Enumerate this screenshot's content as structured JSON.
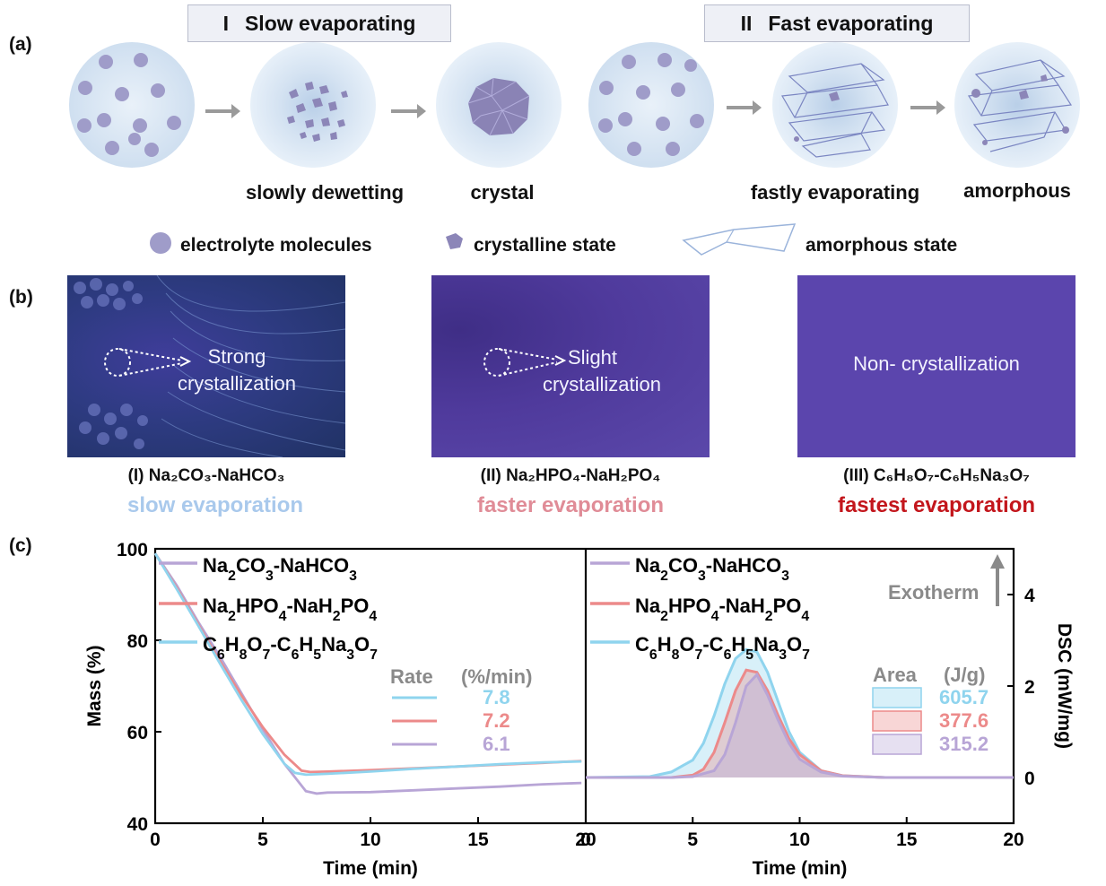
{
  "panel_a": {
    "label": "(a)",
    "banner_slow": {
      "numeral": "I",
      "text": "Slow evaporating"
    },
    "banner_fast": {
      "numeral": "II",
      "text": "Fast evaporating"
    },
    "captions": [
      "slowly dewetting",
      "crystal",
      "fastly evaporating",
      "amorphous"
    ],
    "legend": [
      "electrolyte molecules",
      "crystalline state",
      "amorphous state"
    ]
  },
  "panel_b": {
    "label": "(b)",
    "photos": [
      {
        "text_line1": "Strong",
        "text_line2": "crystallization",
        "compound": "(I) Na₂CO₃-NaHCO₃",
        "rate": "slow evaporation",
        "rate_color": "#a9c9ec"
      },
      {
        "text_line1": "Slight",
        "text_line2": "crystallization",
        "compound": "(II) Na₂HPO₄-NaH₂PO₄",
        "rate": "faster evaporation",
        "rate_color": "#e08c97"
      },
      {
        "text_line1": "Non- crystallization",
        "text_line2": "",
        "compound": "(III) C₆H₈O₇-C₆H₅Na₃O₇",
        "rate": "fastest evaporation",
        "rate_color": "#c3161c"
      }
    ]
  },
  "panel_c": {
    "label": "(c)",
    "colors": {
      "na2co3": "#b8a5d6",
      "na2hpo4": "#ec8a8a",
      "citrate": "#8fd4ee"
    },
    "series_names": [
      "Na₂CO₃-NaHCO₃",
      "Na₂HPO₄-NaH₂PO₄",
      "C₆H₈O₇-C₆H₅Na₃O₇"
    ],
    "rate_header": [
      "Rate",
      "(%/min)"
    ],
    "rates": [
      "7.8",
      "7.2",
      "6.1"
    ],
    "area_header": [
      "Area",
      "(J/g)"
    ],
    "areas": [
      "605.7",
      "377.6",
      "315.2"
    ],
    "exotherm_label": "Exotherm"
  },
  "chart_data": [
    {
      "type": "line",
      "title": "",
      "xlabel": "Time (min)",
      "ylabel": "Mass (%)",
      "xlim": [
        0,
        20
      ],
      "ylim": [
        40,
        100
      ],
      "xticks": [
        0,
        5,
        10,
        15,
        20
      ],
      "yticks": [
        40,
        60,
        80,
        100
      ],
      "series": [
        {
          "name": "Na₂CO₃-NaHCO₃",
          "rate": 6.1,
          "x": [
            0,
            1,
            2,
            3,
            4,
            5,
            6,
            7,
            7.5,
            8,
            10,
            12,
            14,
            16,
            18,
            19.8
          ],
          "y": [
            99,
            92,
            84,
            76.5,
            68.5,
            60.5,
            53,
            47,
            46.5,
            46.7,
            46.8,
            47.2,
            47.6,
            48,
            48.5,
            48.8
          ]
        },
        {
          "name": "Na₂HPO₄-NaH₂PO₄",
          "rate": 7.2,
          "x": [
            0,
            1,
            2,
            3,
            4,
            5,
            6,
            6.8,
            7.2,
            8,
            10,
            12,
            14,
            16,
            18,
            19.8
          ],
          "y": [
            99,
            91.5,
            83.5,
            75.5,
            68,
            61,
            55,
            51.5,
            51.2,
            51.3,
            51.6,
            52,
            52.4,
            52.8,
            53.2,
            53.6
          ]
        },
        {
          "name": "C₆H₈O₇-C₆H₅Na₃O₇",
          "rate": 7.8,
          "x": [
            0,
            1,
            2,
            3,
            4,
            5,
            6,
            6.5,
            7,
            8,
            10,
            12,
            14,
            16,
            18,
            19.8
          ],
          "y": [
            99,
            91.2,
            83.2,
            75,
            67,
            59.5,
            53,
            51,
            50.6,
            50.8,
            51.3,
            51.9,
            52.4,
            52.9,
            53.3,
            53.5
          ]
        }
      ]
    },
    {
      "type": "area",
      "title": "",
      "xlabel": "Time (min)",
      "ylabel": "DSC (mW/mg)",
      "xlim": [
        0,
        20
      ],
      "ylim": [
        -1,
        5
      ],
      "xticks": [
        0,
        5,
        10,
        15,
        20
      ],
      "yticks": [
        0,
        2,
        4
      ],
      "series": [
        {
          "name": "Na₂CO₃-NaHCO₃",
          "area": 315.2,
          "x": [
            0,
            4,
            5,
            6,
            6.5,
            7,
            7.5,
            8,
            8.5,
            9,
            9.5,
            10,
            11,
            12,
            14,
            20
          ],
          "y": [
            0,
            0,
            0.02,
            0.15,
            0.5,
            1.2,
            2.0,
            2.25,
            1.8,
            1.25,
            0.75,
            0.4,
            0.12,
            0.03,
            0,
            0
          ]
        },
        {
          "name": "Na₂HPO₄-NaH₂PO₄",
          "area": 377.6,
          "x": [
            0,
            4,
            5,
            5.5,
            6,
            6.5,
            7,
            7.5,
            8,
            8.5,
            9,
            9.5,
            10,
            11,
            12,
            14,
            20
          ],
          "y": [
            0,
            0,
            0.05,
            0.18,
            0.55,
            1.2,
            1.9,
            2.35,
            2.3,
            1.9,
            1.35,
            0.85,
            0.5,
            0.15,
            0.04,
            0,
            0
          ]
        },
        {
          "name": "C₆H₈O₇-C₆H₅Na₃O₇",
          "area": 605.7,
          "x": [
            0,
            3,
            4,
            5,
            5.5,
            6,
            6.5,
            7,
            7.5,
            8,
            8.5,
            9,
            9.5,
            10,
            11,
            12,
            14,
            20
          ],
          "y": [
            0,
            0.02,
            0.12,
            0.38,
            0.75,
            1.35,
            2.05,
            2.6,
            2.8,
            2.75,
            2.3,
            1.65,
            1.0,
            0.55,
            0.15,
            0.04,
            0,
            0
          ]
        }
      ]
    }
  ]
}
